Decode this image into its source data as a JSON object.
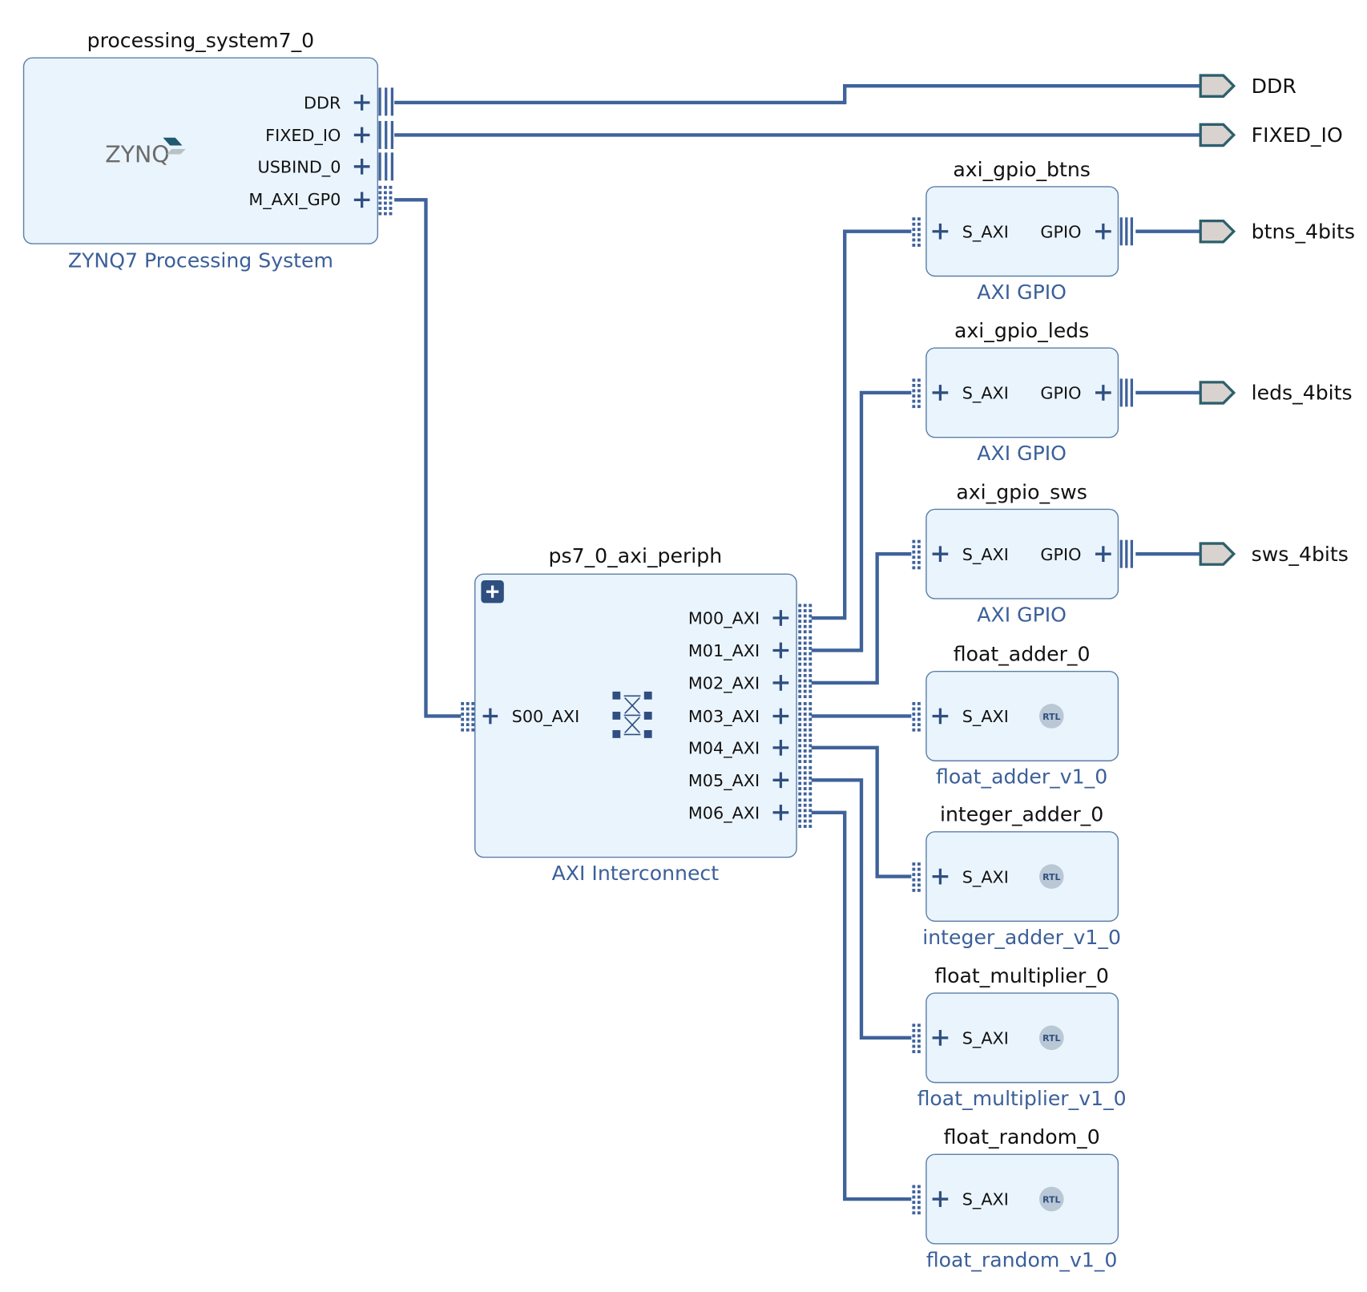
{
  "diagram": {
    "type": "block_design",
    "colors": {
      "wire": "#3f629b",
      "block_fill": "#eaf4fd",
      "block_border": "#5a7fa8",
      "ip_type_text": "#3b5f9a",
      "port_marker_fill": "#d9d3cf",
      "port_marker_stroke": "#2e5f6c"
    },
    "blocks": {
      "ps7": {
        "instance": "processing_system7_0",
        "ip_type": "ZYNQ7 Processing System",
        "logo": "ZYNQ",
        "ports": [
          "DDR",
          "FIXED_IO",
          "USBIND_0",
          "M_AXI_GP0"
        ]
      },
      "interconnect": {
        "instance": "ps7_0_axi_periph",
        "ip_type": "AXI Interconnect",
        "slave_port": "S00_AXI",
        "master_ports": [
          "M00_AXI",
          "M01_AXI",
          "M02_AXI",
          "M03_AXI",
          "M04_AXI",
          "M05_AXI",
          "M06_AXI"
        ]
      },
      "peripherals": [
        {
          "instance": "axi_gpio_btns",
          "ip_type": "AXI GPIO",
          "s_port": "S_AXI",
          "gpio_port": "GPIO",
          "rtl": false
        },
        {
          "instance": "axi_gpio_leds",
          "ip_type": "AXI GPIO",
          "s_port": "S_AXI",
          "gpio_port": "GPIO",
          "rtl": false
        },
        {
          "instance": "axi_gpio_sws",
          "ip_type": "AXI GPIO",
          "s_port": "S_AXI",
          "gpio_port": "GPIO",
          "rtl": false
        },
        {
          "instance": "float_adder_0",
          "ip_type": "float_adder_v1_0",
          "s_port": "S_AXI",
          "rtl": true
        },
        {
          "instance": "integer_adder_0",
          "ip_type": "integer_adder_v1_0",
          "s_port": "S_AXI",
          "rtl": true
        },
        {
          "instance": "float_multiplier_0",
          "ip_type": "float_multiplier_v1_0",
          "s_port": "S_AXI",
          "rtl": true
        },
        {
          "instance": "float_random_0",
          "ip_type": "float_random_v1_0",
          "s_port": "S_AXI",
          "rtl": true
        }
      ]
    },
    "external_ports": [
      "DDR",
      "FIXED_IO",
      "btns_4bits",
      "leds_4bits",
      "sws_4bits"
    ],
    "rtl_badge": "RTL",
    "expand_symbol": "+"
  }
}
